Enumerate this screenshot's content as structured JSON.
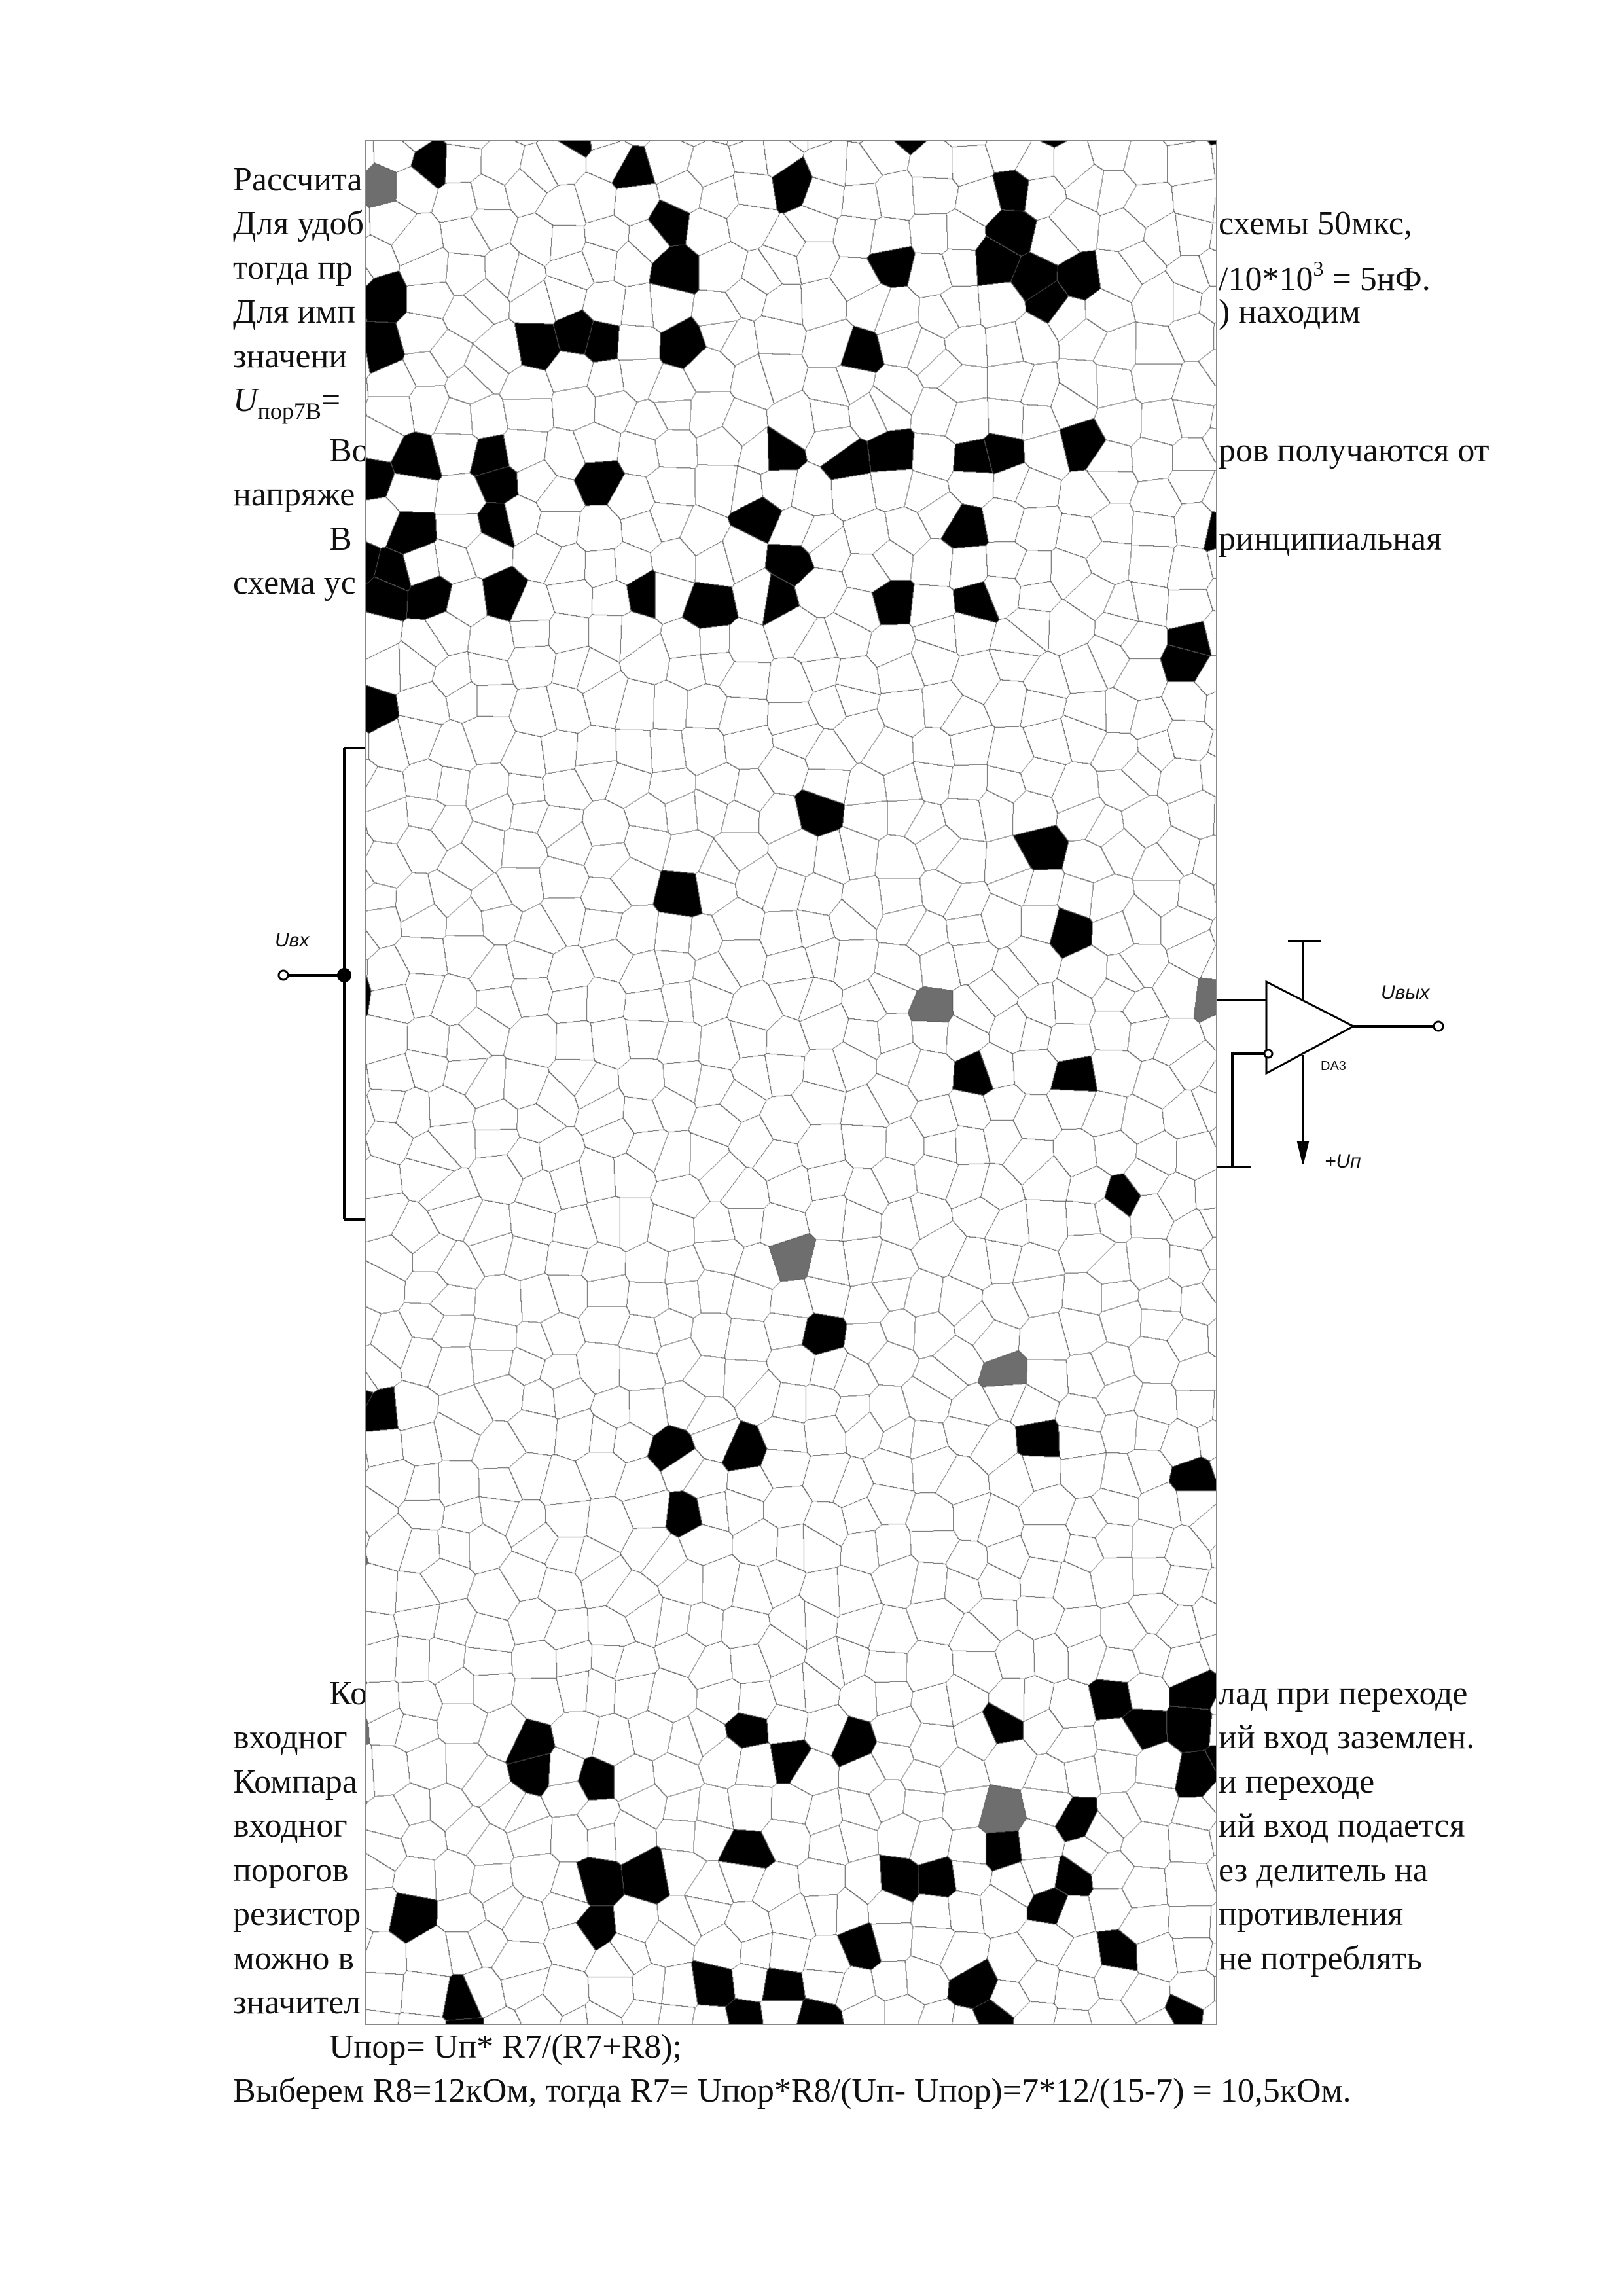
{
  "top_text": {
    "l1": "Рассчита",
    "l2_left": "Для удоб",
    "l2_right": "схемы 50мкс,",
    "l3_left": "тогда пр",
    "l3_right_base": "/10*10",
    "l3_right_exp": "3",
    "l3_right_tail": " = 5нФ.",
    "l4_left": "Для имп",
    "l4_right": ") находим",
    "l5_left": "значени",
    "l6_u": "U",
    "l6_sub": "пор7В",
    "l6_rest": "=",
    "l7_left": "Во",
    "l7_right": "ров получаются от",
    "l8_left": "напряже",
    "l9_left": "В",
    "l9_right": "ринципиальная",
    "l10_left": "схема ус"
  },
  "circuit": {
    "input_label": "Uвх",
    "output_label": "Uвых",
    "opamp_label": "DA3",
    "supply_label": "+Uп"
  },
  "bottom_text": {
    "b1_left": "Ко",
    "b1_right": "лад при переходе",
    "b2_left": "входног",
    "b2_right": "ий вход заземлен.",
    "b3_left": "Компара",
    "b3_right": "и переходе",
    "b4_left": "входног",
    "b4_right": "ий вход подается",
    "b5_left": "порогов",
    "b5_right": "ез делитель на",
    "b6_left": "резистор",
    "b6_right": "противления",
    "b7_left": "можно в",
    "b7_right": "не потреблять",
    "b8_left": "значител",
    "formula": "Uпор= Uп* R7/(R7+R8);",
    "result": "Выберем R8=12кОм, тогда R7= Uпор*R8/(Uп- Uпор)=7*12/(15-7) = 10,5кОм."
  }
}
